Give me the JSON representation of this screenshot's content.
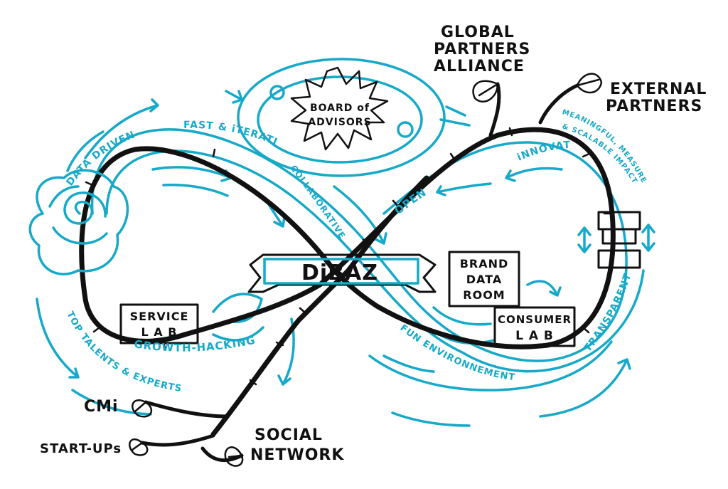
{
  "diagram": {
    "center_banner": "DiBAZ",
    "board": [
      "BOARD of",
      "ADVISORS"
    ],
    "service_lab": [
      "SERVICE",
      "L A B"
    ],
    "consumer_lab": [
      "CONSUMER",
      "L A B"
    ],
    "brand_data_room": [
      "BRAND",
      "DATA",
      "ROOM"
    ],
    "global_partners": [
      "GLOBAL",
      "PARTNERS",
      "ALLIANCE"
    ],
    "external_partners": [
      "EXTERNAL",
      "PARTNERS"
    ],
    "cmi": "CMi",
    "startups": "START-UPs",
    "social_network": [
      "SOCIAL",
      "NETWORK"
    ],
    "values": {
      "data_driven": "DATA DRIVEN",
      "fast_iterative": "FAST & iTERATIVE",
      "collaborative": "COLLABORATIVE",
      "open": "OPEN",
      "innovate": "iNNOVATe",
      "meaningful": "MEANINGFUL, MEASUREABLE",
      "scalable": "& SCALABLE IMPACT",
      "transparent": "TRANSPARENT",
      "fun": "FUN ENVIRONNEMENT",
      "growth": "GROWTH-HACKING",
      "talents": "TOP TALENTS & EXPERTS"
    }
  },
  "colors": {
    "cyan": "#16a9c8",
    "ink": "#111111",
    "paper": "#ffffff"
  }
}
